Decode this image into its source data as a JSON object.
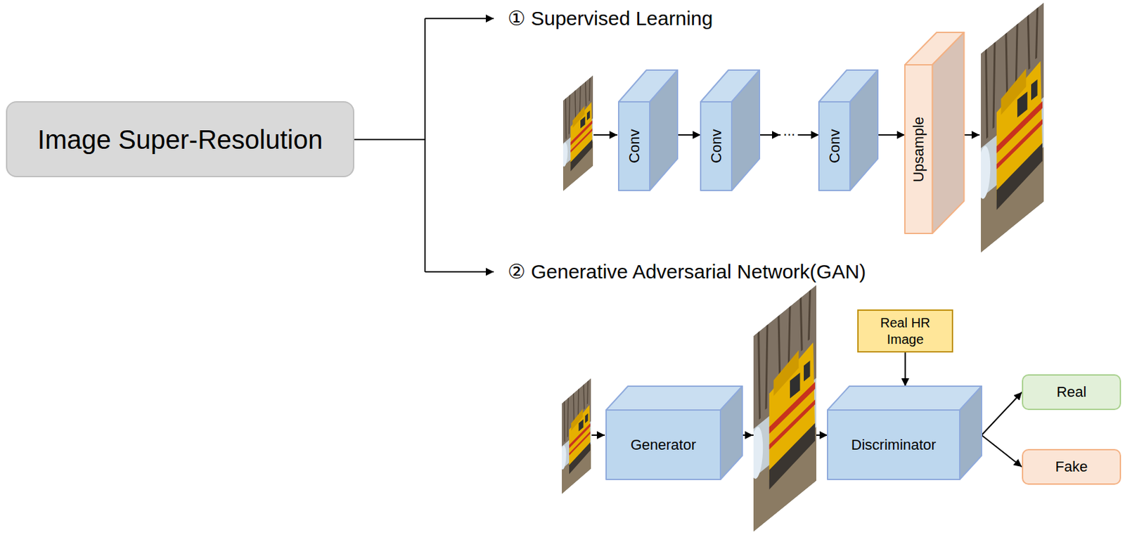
{
  "diagram": {
    "nodes": [
      {
        "text": [
          "Image Super-Resolution"
        ]
      },
      {
        "text": [
          "Conv"
        ]
      },
      {
        "text": [
          "Conv"
        ]
      },
      {
        "text": [
          "Conv"
        ]
      },
      {
        "text": [
          "Upsample"
        ]
      },
      {
        "text": [
          "Generator"
        ]
      },
      {
        "text": [
          "Real HR Image"
        ]
      },
      {
        "text": [
          "Discriminator"
        ]
      },
      {
        "text": [
          "Real"
        ]
      },
      {
        "text": [
          "Fake"
        ]
      }
    ],
    "edges": [
      {
        "from": 1,
        "to": 2,
        "arrow": "to"
      },
      {
        "from": 2,
        "to": 3,
        "label": "...",
        "arrow": "to"
      },
      {
        "from": 3,
        "to": 4,
        "arrow": "to"
      },
      {
        "from": 5,
        "to": 7,
        "arrow": "to"
      },
      {
        "from": 6,
        "to": 7,
        "arrow": "to"
      },
      {
        "from": 7,
        "to": 8,
        "arrow": "to"
      },
      {
        "from": 7,
        "to": 9,
        "arrow": "to"
      }
    ],
    "labels": [
      "① Supervised Learning",
      "② Generative Adversarial Network(GAN)"
    ]
  }
}
